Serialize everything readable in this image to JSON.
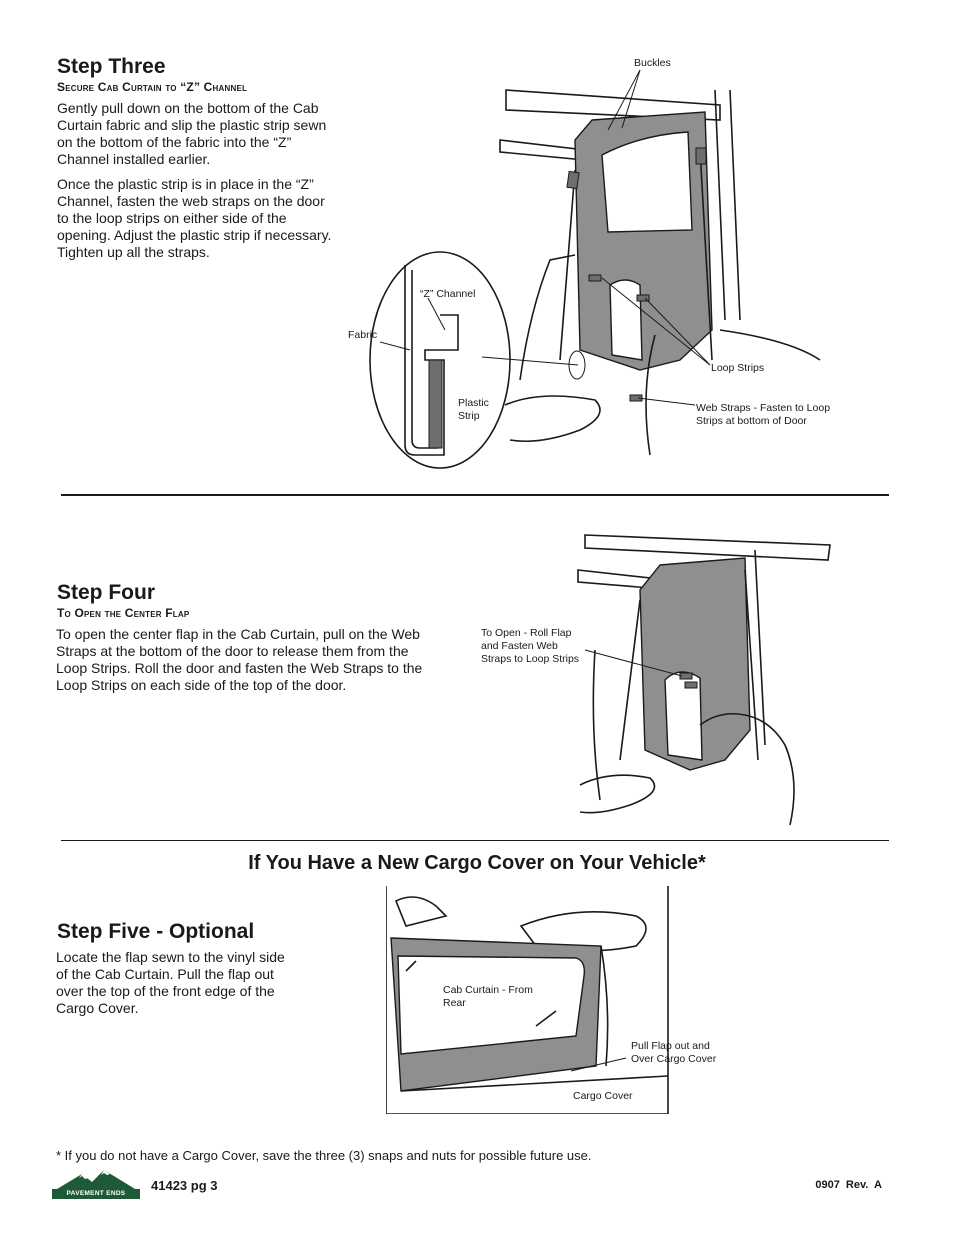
{
  "step_three": {
    "title": "Step Three",
    "subtitle": "Secure Cab Curtain to “Z” Channel",
    "paragraphs": [
      "Gently pull down on the bottom of the Cab Curtain fabric and slip the plastic strip sewn on the bottom of the fabric into the “Z” Channel installed earlier.",
      "Once the plastic strip is in place in the “Z” Channel, fasten the web straps on the door to the loop strips on either side of the opening. Adjust the plastic strip if necessary. Tighten up all the straps."
    ],
    "labels": {
      "buckles": "Buckles",
      "z_channel": "“Z” Channel",
      "fabric": "Fabric",
      "plastic_strip": "Plastic Strip",
      "loop_strips": "Loop Strips",
      "web_straps": "Web Straps - Fasten to Loop Strips at bottom of Door"
    }
  },
  "step_four": {
    "title": "Step Four",
    "subtitle": "To Open the Center Flap",
    "paragraph": "To open the center flap in the Cab Curtain, pull on the Web Straps at the bottom of the door to release them from the Loop Strips. Roll the door and fasten the Web Straps to the Loop Strips on each side of the top of the door.",
    "labels": {
      "to_open": "To Open - Roll Flap and Fasten Web Straps to Loop Strips"
    }
  },
  "cargo_heading": "If You Have a New Cargo Cover on Your Vehicle*",
  "step_five": {
    "title": "Step Five - Optional",
    "paragraph": "Locate the flap sewn to the vinyl side of the Cab Curtain. Pull the flap out over the top of the front edge of the Cargo Cover.",
    "labels": {
      "cab_curtain": "Cab Curtain - From Rear",
      "pull_flap": "Pull Flap out and Over Cargo Cover",
      "cargo_cover": "Cargo Cover"
    }
  },
  "footnote": "*  If you do not have a Cargo Cover, save the three (3) snaps and nuts for possible future use.",
  "footer": {
    "logo_text": "PAVEMENT ENDS",
    "page_id": "41423  pg 3",
    "revision": "0907  Rev.  A"
  }
}
